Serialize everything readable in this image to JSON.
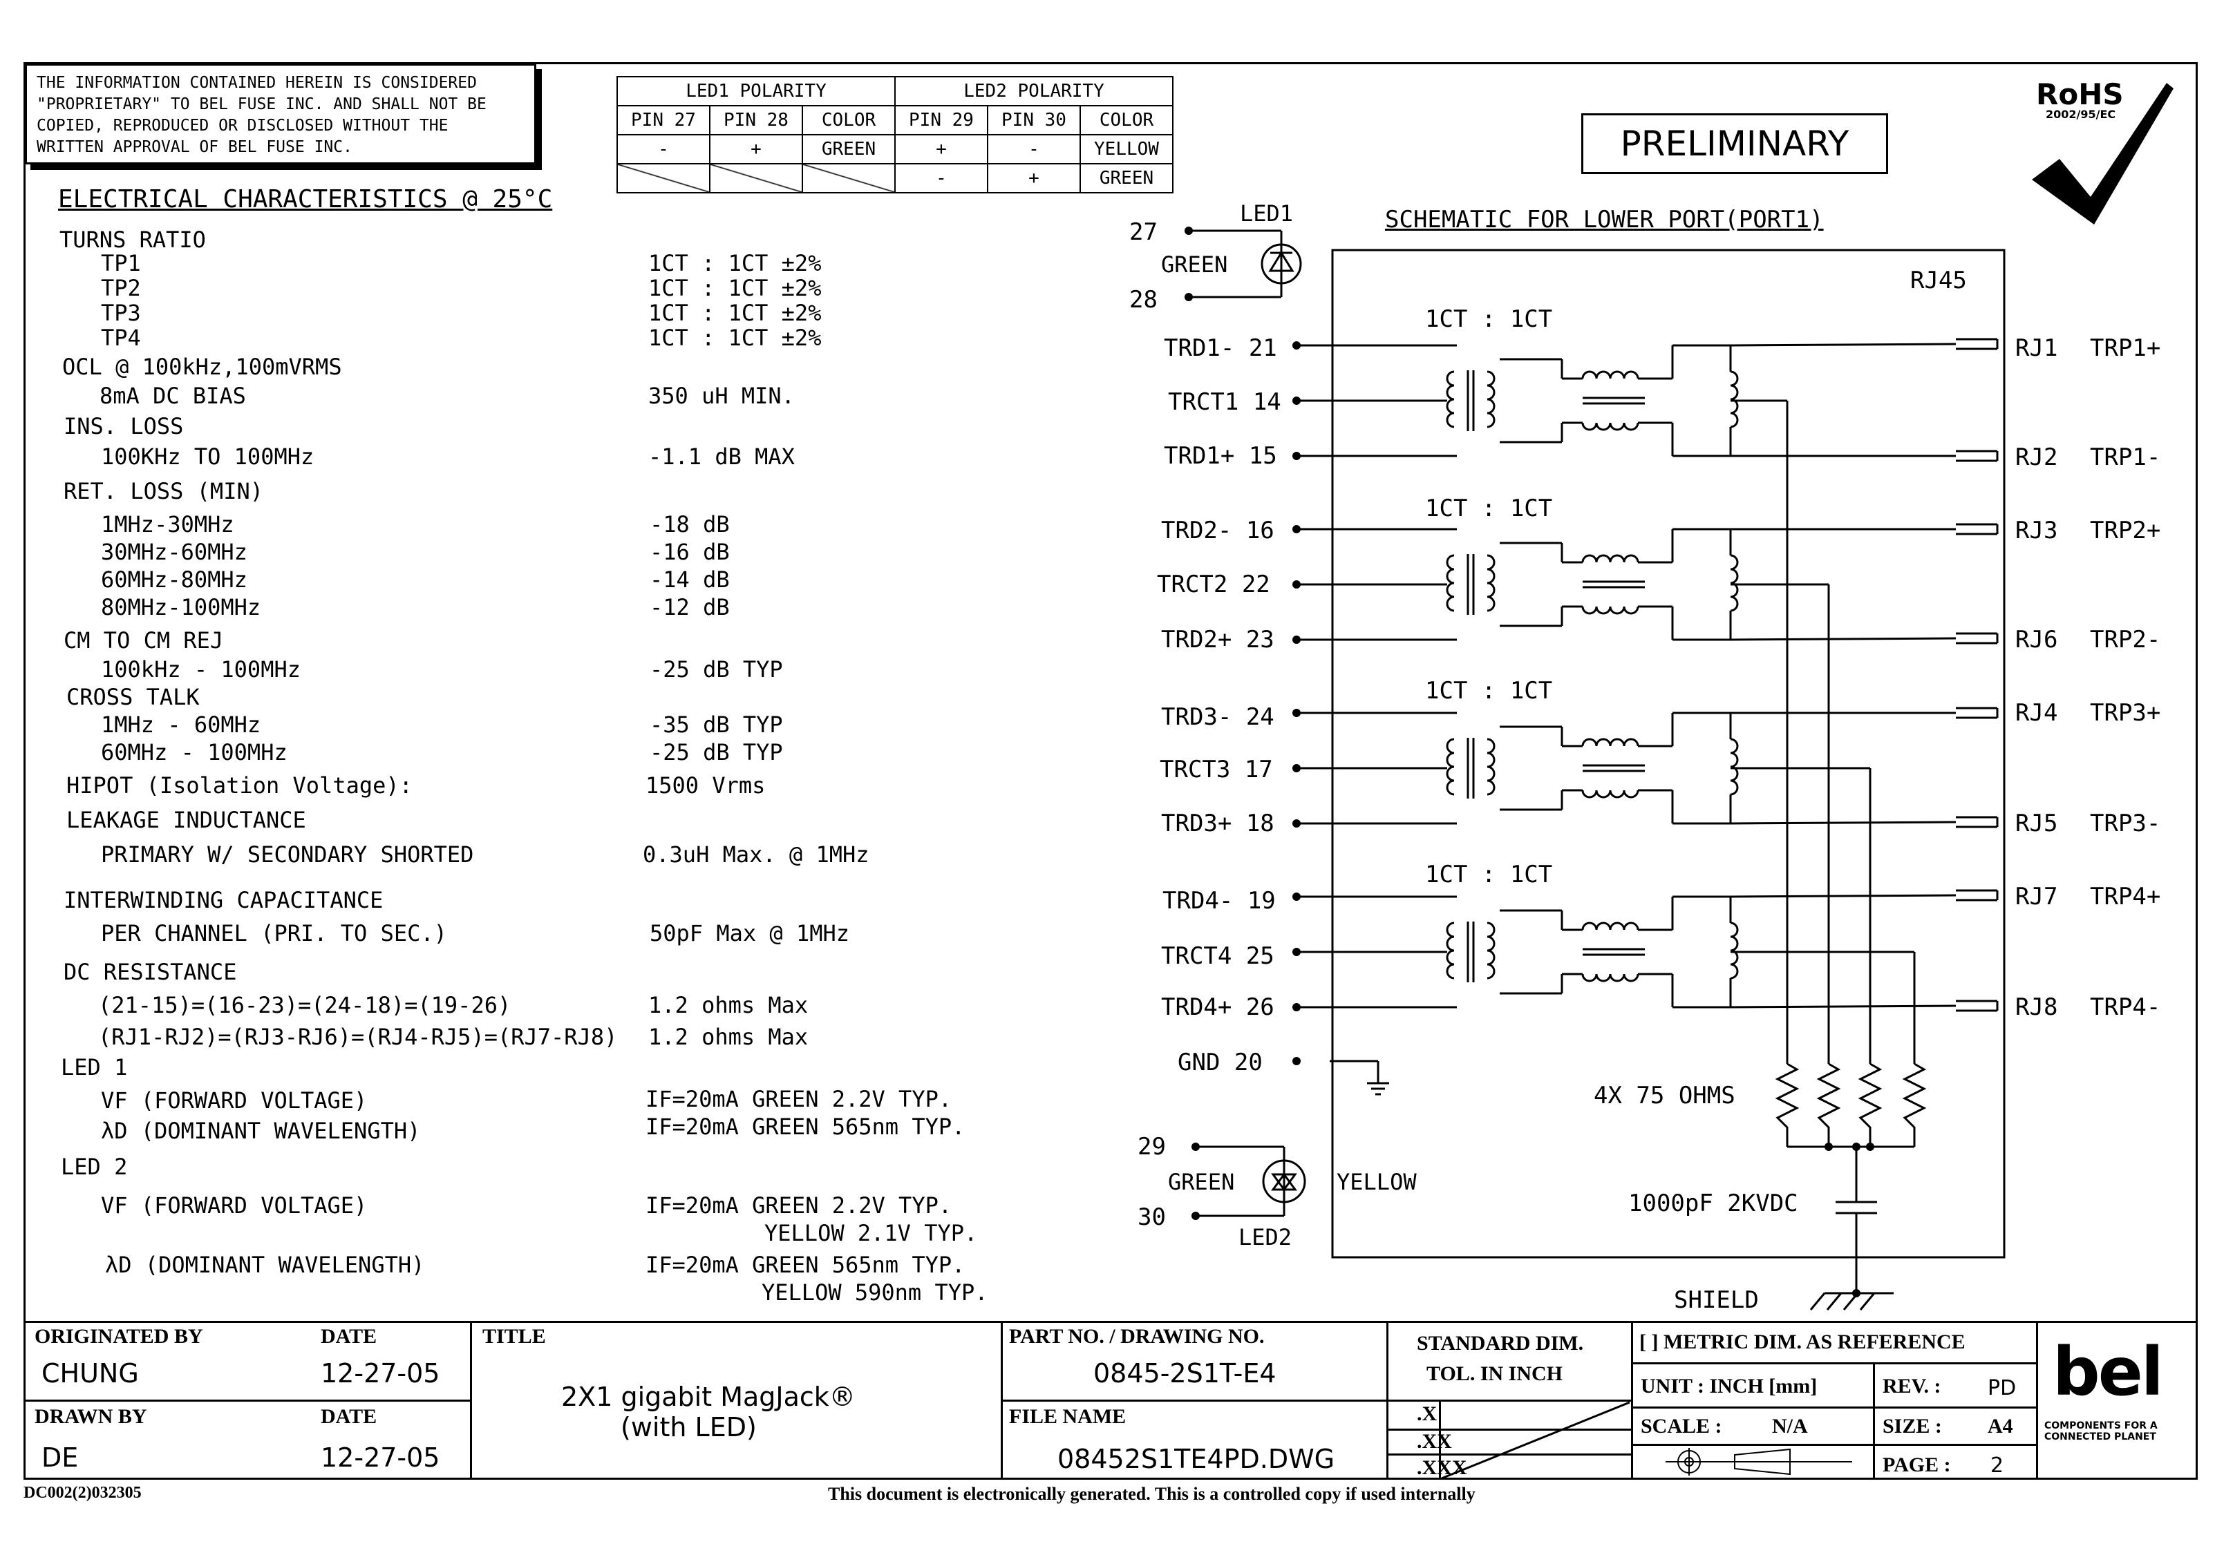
{
  "notice": {
    "lines": [
      "THE INFORMATION CONTAINED HEREIN IS CONSIDERED",
      "\"PROPRIETARY\" TO BEL FUSE INC. AND SHALL NOT BE",
      "COPIED, REPRODUCED OR DISCLOSED WITHOUT THE",
      "WRITTEN APPROVAL OF BEL FUSE INC."
    ]
  },
  "led_table": {
    "led1_header": "LED1 POLARITY",
    "led2_header": "LED2 POLARITY",
    "col_headers": [
      "PIN 27",
      "PIN 28",
      "COLOR",
      "PIN 29",
      "PIN 30",
      "COLOR"
    ],
    "row1": [
      "-",
      "+",
      "GREEN",
      "+",
      "-",
      "YELLOW"
    ],
    "row2": [
      "",
      "",
      "",
      "-",
      "+",
      "GREEN"
    ]
  },
  "preliminary": "PRELIMINARY",
  "rohs": {
    "title": "RoHS",
    "sub": "2002/95/EC"
  },
  "electrical": {
    "title": "ELECTRICAL CHARACTERISTICS @ 25°C",
    "turns_ratio": "TURNS RATIO",
    "tp": [
      {
        "label": "TP1",
        "value": "1CT : 1CT ±2%"
      },
      {
        "label": "TP2",
        "value": "1CT : 1CT ±2%"
      },
      {
        "label": "TP3",
        "value": "1CT : 1CT ±2%"
      },
      {
        "label": "TP4",
        "value": "1CT : 1CT ±2%"
      }
    ],
    "ocl": "OCL @ 100kHz,100mVRMS",
    "ocl_bias": "8mA DC BIAS",
    "ocl_value": "350 uH MIN.",
    "ins_loss": "INS. LOSS",
    "ins_loss_range": "100KHz TO 100MHz",
    "ins_loss_value": "-1.1 dB MAX",
    "ret_loss": "RET. LOSS (MIN)",
    "ret_loss_rows": [
      {
        "label": "1MHz-30MHz",
        "value": "-18 dB"
      },
      {
        "label": "30MHz-60MHz",
        "value": "-16 dB"
      },
      {
        "label": "60MHz-80MHz",
        "value": "-14 dB"
      },
      {
        "label": "80MHz-100MHz",
        "value": "-12 dB"
      }
    ],
    "cm": "CM TO CM REJ",
    "cm_range": "100kHz - 100MHz",
    "cm_value": "-25 dB TYP",
    "cross": "CROSS TALK",
    "cross_rows": [
      {
        "label": "1MHz - 60MHz",
        "value": "-35 dB TYP"
      },
      {
        "label": "60MHz - 100MHz",
        "value": "-25 dB TYP"
      }
    ],
    "hipot": "HIPOT (Isolation Voltage):",
    "hipot_value": "1500 Vrms",
    "leakage": "LEAKAGE INDUCTANCE",
    "leakage_sub": "PRIMARY W/ SECONDARY SHORTED",
    "leakage_value": "0.3uH Max. @ 1MHz",
    "interwinding": "INTERWINDING CAPACITANCE",
    "interwinding_sub": "PER  CHANNEL (PRI. TO SEC.)",
    "interwinding_value": "50pF Max @ 1MHz",
    "dcr": "DC RESISTANCE",
    "dcr_rows": [
      {
        "label": "(21-15)=(16-23)=(24-18)=(19-26)",
        "value": "1.2 ohms Max"
      },
      {
        "label": "(RJ1-RJ2)=(RJ3-RJ6)=(RJ4-RJ5)=(RJ7-RJ8)",
        "value": "1.2 ohms Max"
      }
    ],
    "led1": "LED 1",
    "led1_vf": "VF (FORWARD VOLTAGE)",
    "led1_vf_value": "IF=20mA  GREEN  2.2V TYP.",
    "led1_wl": "λD (DOMINANT WAVELENGTH)",
    "led1_wl_value": "IF=20mA  GREEN  565nm TYP.",
    "led2": "LED 2",
    "led2_vf": "VF (FORWARD VOLTAGE)",
    "led2_vf_value1": "IF=20mA  GREEN  2.2V TYP.",
    "led2_vf_value2": "YELLOW 2.1V TYP.",
    "led2_wl": "λD (DOMINANT WAVELENGTH)",
    "led2_wl_value1": "IF=20mA  GREEN  565nm TYP.",
    "led2_wl_value2": "YELLOW 590nm TYP."
  },
  "schematic": {
    "title": "SCHEMATIC FOR LOWER PORT(PORT1)",
    "rj45": "RJ45",
    "ratio": "1CT : 1CT",
    "led1_label": "LED1",
    "led1_color": "GREEN",
    "pin27": "27",
    "pin28": "28",
    "left_pins": [
      "TRD1- 21",
      "TRCT1 14",
      "TRD1+ 15",
      "TRD2- 16",
      "TRCT2 22",
      "TRD2+ 23",
      "TRD3- 24",
      "TRCT3 17",
      "TRD3+ 18",
      "TRD4- 19",
      "TRCT4 25",
      "TRD4+ 26"
    ],
    "gnd": "GND  20",
    "right_pins": [
      {
        "rj": "RJ1",
        "trp": "TRP1+"
      },
      {
        "rj": "RJ2",
        "trp": "TRP1-"
      },
      {
        "rj": "RJ3",
        "trp": "TRP2+"
      },
      {
        "rj": "RJ6",
        "trp": "TRP2-"
      },
      {
        "rj": "RJ4",
        "trp": "TRP3+"
      },
      {
        "rj": "RJ5",
        "trp": "TRP3-"
      },
      {
        "rj": "RJ7",
        "trp": "TRP4+"
      },
      {
        "rj": "RJ8",
        "trp": "TRP4-"
      }
    ],
    "resistors": "4X 75 OHMS",
    "capacitor": "1000pF 2KVDC",
    "shield": "SHIELD",
    "pin29": "29",
    "pin30": "30",
    "led2_label": "LED2",
    "led2_green": "GREEN",
    "led2_yellow": "YELLOW"
  },
  "titleblock": {
    "originated_by_label": "ORIGINATED BY",
    "originated_by": "CHUNG",
    "date_label": "DATE",
    "orig_date": "12-27-05",
    "drawn_by_label": "DRAWN BY",
    "drawn_by": "DE",
    "drawn_date": "12-27-05",
    "title_label": "TITLE",
    "title_line1": "2X1 gigabit MagJack®",
    "title_line2": "(with LED)",
    "part_label": "PART NO. / DRAWING NO.",
    "part_no": "0845-2S1T-E4",
    "file_label": "FILE NAME",
    "file_name": "08452S1TE4PD.DWG",
    "std_dim": "STANDARD DIM.",
    "tol": "TOL. IN INCH",
    "tol_x": ".X",
    "tol_xx": ".XX",
    "tol_xxx": ".XXX",
    "metric_ref": "[ ] METRIC DIM. AS REFERENCE",
    "unit": "UNIT : INCH [mm]",
    "rev_label": "REV. :",
    "rev": "PD",
    "scale_label": "SCALE :",
    "scale": "N/A",
    "size_label": "SIZE :",
    "size": "A4",
    "page_label": "PAGE :",
    "page": "2",
    "logo": "bel",
    "logo_tag": "COMPONENTS FOR A CONNECTED PLANET"
  },
  "footer": {
    "doc_code": "DC002(2)032305",
    "note": "This document is electronically generated. This is a controlled copy if used internally"
  }
}
